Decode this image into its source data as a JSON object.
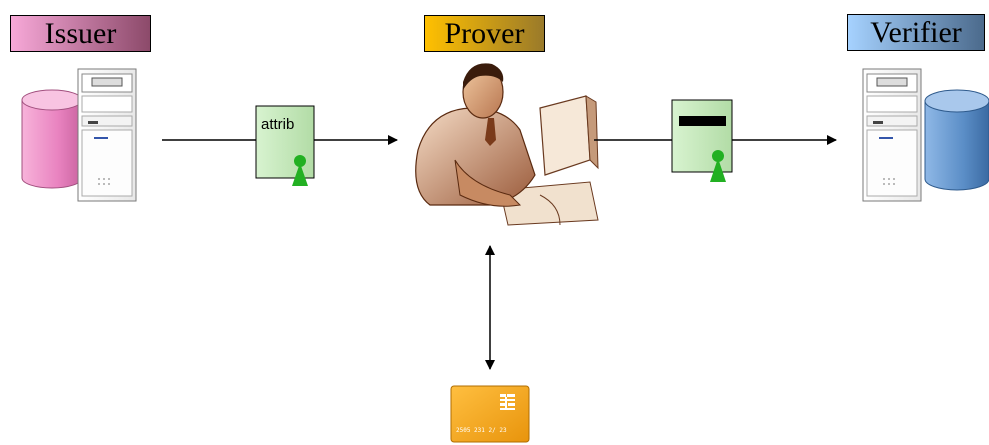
{
  "labels": {
    "issuer": "Issuer",
    "prover": "Prover",
    "verifier": "Verifier"
  },
  "credential_issued": {
    "text": "attrib"
  },
  "smartcard": {
    "number": "2505 231 2/ 23"
  },
  "colors": {
    "issuer_gradient": [
      "#f7a8d8",
      "#8c4a6a"
    ],
    "prover_gradient": [
      "#ffc000",
      "#9a7a2a"
    ],
    "verifier_gradient": [
      "#a6d2ff",
      "#4b6a8c"
    ],
    "credential_fill": "#c8eac0",
    "person_key": "#22b022",
    "card_fill": "#f5a623",
    "issuer_db": "#f090c8",
    "verifier_db": "#5b8ec7"
  },
  "icons": [
    "database-icon",
    "server-icon",
    "credential-icon",
    "person-at-computer-icon",
    "smartcard-icon",
    "arrow-icon"
  ]
}
